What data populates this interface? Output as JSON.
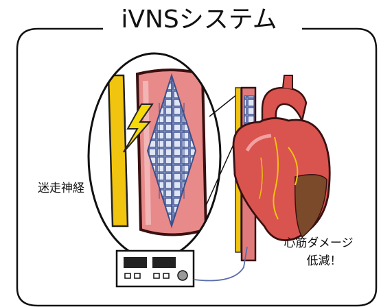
{
  "diagram": {
    "title": "iVNSシステム",
    "labels": {
      "vagus_nerve": "迷走神経",
      "outcome_line1": "心筋ダメージ",
      "outcome_line2": "低減！"
    }
  },
  "colors": {
    "nerve": "#f1c40f",
    "vessel": "#e07a7a",
    "vessel_edge": "#3a1010",
    "heart": "#d9534f",
    "heart_dark": "#8b3a2a",
    "damage": "#6e4a2a",
    "stent": "#5a6ea8"
  },
  "icons": {
    "lightning": "lightning-bolt-icon",
    "device_knob": "knob-icon"
  }
}
